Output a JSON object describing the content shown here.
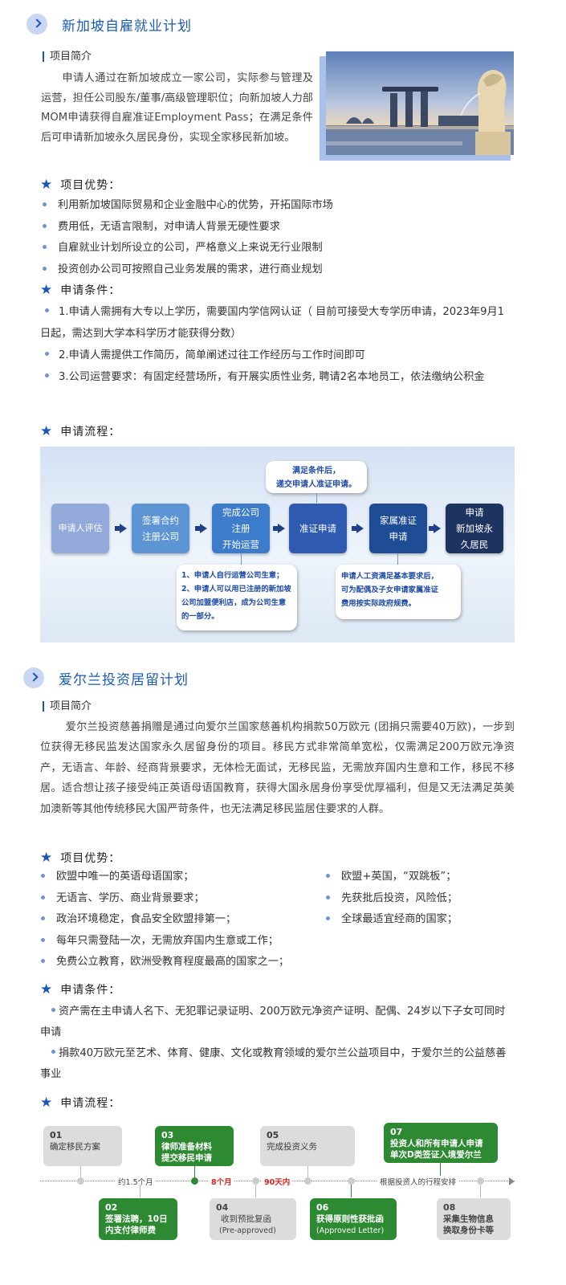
{
  "singapore": {
    "title": "新加坡自雇就业计划",
    "intro_label": "项目简介",
    "intro": "申请人通过在新加坡成立一家公司，实际参与管理及运营，担任公司股东/董事/高级管理职位；向新加坡人力部MOM申请获得自雇准证Employment Pass；在满足条件后可申请新加坡永久居民身份，实现全家移民新加坡。",
    "adv_title": "项目优势：",
    "advantages": [
      "利用新加坡国际贸易和企业金融中心的优势，开拓国际市场",
      "费用低，无语言限制，对申请人背景无硬性要求",
      "自雇就业计划所设立的公司，严格意义上来说无行业限制",
      "投资创办公司可按照自己业务发展的需求，进行商业规划"
    ],
    "cond_title": "申请条件：",
    "conditions": [
      "1.申请人需拥有大专以上学历，需要国内学信网认证（ 目前可接受大专学历申请，2023年9月1日起，需达到大学本科学历才能获得分数）",
      "2.申请人需提供工作简历，简单阐述过往工作经历与工作时间即可",
      "3.公司运营要求：有固定经营场所，有开展实质性业务, 聘请2名本地员工，依法缴纳公积金"
    ],
    "flow_title": "申请流程：",
    "flow": {
      "step1": "申请人评估",
      "step2_l1": "签署合约",
      "step2_l2": "注册公司",
      "step3_l1": "完成公司",
      "step3_l2": "注册",
      "step3_l3": "开始运营",
      "step4": "准证申请",
      "step5_l1": "家属准证",
      "step5_l2": "申请",
      "step6_l1": "申请",
      "step6_l2": "新加坡永",
      "step6_l3": "久居民",
      "note_top_l1": "满足条件后，",
      "note_top_l2": "递交申请人准证申请。",
      "note_left_l1": "1、申请人自行运营公司生意；",
      "note_left_l2": "2、申请人可以用已注册的新加坡",
      "note_left_l3": "公司加盟便利店，成为公司生意",
      "note_left_l4": "的一部分。",
      "note_right_l1": "申请人工资满足基本要求后，",
      "note_right_l2": "可为配偶及子女申请家属准证",
      "note_right_l3": "费用按实际政府规费。"
    }
  },
  "ireland": {
    "title": "爱尔兰投资居留计划",
    "intro_label": "项目简介",
    "intro": "爱尔兰投资慈善捐赠是通过向爱尔兰国家慈善机构捐款50万欧元 (团捐只需要40万欧)，一步到位获得无移民监发达国家永久居留身份的项目。移民方式非常简单宽松，仅需满足200万欧元净资产，无语言、年龄、经商背景要求，无体检无面试，无移民监，无需放弃国内生意和工作，移民不移居。适合想让孩子接受纯正英语母语国教育，获得大国永居身份享受优厚福利，但是又无法满足英美加澳新等其他传统移民大国严苛条件，也无法满足移民监居住要求的人群。",
    "adv_title": "项目优势：",
    "adv_left": [
      "欧盟中唯一的英语母语国家；",
      "无语言、学历、商业背景要求；",
      "政治环境稳定，食品安全欧盟排第一；",
      "每年只需登陆一次，无需放弃国内生意或工作；",
      "免费公立教育，欧洲受教育程度最高的国家之一；"
    ],
    "adv_right": [
      "欧盟+英国，“双跳板”；",
      "先获批后投资，风险低；",
      "全球最适宜经商的国家；"
    ],
    "cond_title": "申请条件：",
    "conditions": [
      "资产需在主申请人名下、无犯罪记录证明、200万欧元净资产证明、配偶、24岁以下子女可同时申请",
      "捐款40万欧元至艺术、体育、健康、文化或教育领域的爱尔兰公益项目中，于爱尔兰的公益慈善事业"
    ],
    "flow_title": "申请流程：",
    "flow": {
      "s01_num": "01",
      "s01_l1": "确定移民方案",
      "s02_num": "02",
      "s02_l1": "签署法聘，10日",
      "s02_l2": "内支付律师费",
      "s03_num": "03",
      "s03_l1": "律师准备材料",
      "s03_l2": "提交移民申请",
      "s04_num": "04",
      "s04_l1": "收到预批复函",
      "s04_l2": "(Pre-approved)",
      "s05_num": "05",
      "s05_l1": "完成投资义务",
      "s06_num": "06",
      "s06_l1": "获得原则性获批函",
      "s06_l2": "(Approved Letter)",
      "s07_num": "07",
      "s07_l1": "投资人和所有申请人申请",
      "s07_l2": "单次D类签证入境爱尔兰",
      "s08_num": "08",
      "s08_l1": "采集生物信息",
      "s08_l2": "换取身份卡等",
      "t1": "约1.5个月",
      "t2": "8个月",
      "t3": "90天内",
      "t4": "根据投资人的行程安排"
    }
  }
}
